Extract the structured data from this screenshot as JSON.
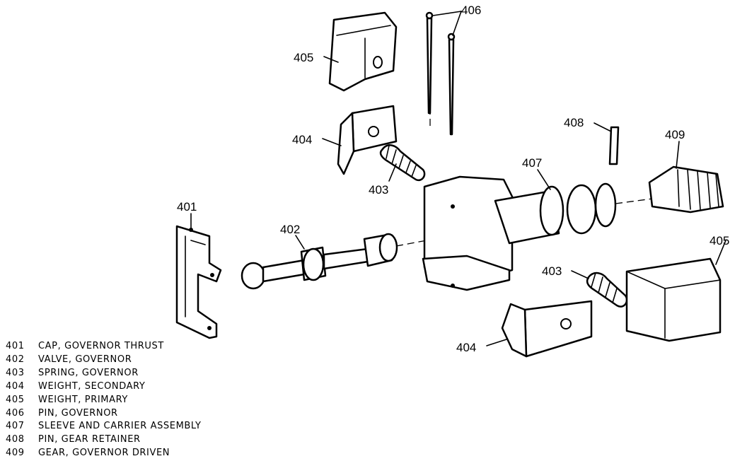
{
  "callouts": {
    "c401": "401",
    "c402": "402",
    "c403a": "403",
    "c403b": "403",
    "c404a": "404",
    "c404b": "404",
    "c405a": "405",
    "c405b": "405",
    "c406": "406",
    "c407": "407",
    "c408": "408",
    "c409": "409"
  },
  "legend": [
    {
      "num": "401",
      "name": "CAP, GOVERNOR THRUST"
    },
    {
      "num": "402",
      "name": "VALVE, GOVERNOR"
    },
    {
      "num": "403",
      "name": "SPRING, GOVERNOR"
    },
    {
      "num": "404",
      "name": "WEIGHT, SECONDARY"
    },
    {
      "num": "405",
      "name": "WEIGHT, PRIMARY"
    },
    {
      "num": "406",
      "name": "PIN, GOVERNOR"
    },
    {
      "num": "407",
      "name": "SLEEVE AND CARRIER ASSEMBLY"
    },
    {
      "num": "408",
      "name": "PIN, GEAR RETAINER"
    },
    {
      "num": "409",
      "name": "GEAR, GOVERNOR DRIVEN"
    }
  ]
}
